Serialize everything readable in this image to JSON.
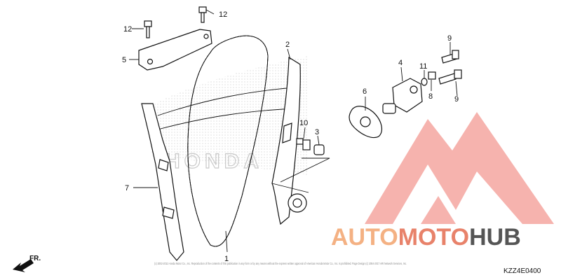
{
  "callouts": {
    "c1": "1",
    "c2": "2",
    "c3": "3",
    "c4": "4",
    "c5": "5",
    "c6": "6",
    "c7": "7",
    "c8": "8",
    "c9a": "9",
    "c9b": "9",
    "c10": "10",
    "c11": "11",
    "c12a": "12",
    "c12b": "12"
  },
  "watermark": {
    "part1": "AUTO",
    "part2": "MOTO",
    "part3": "HUB",
    "background_text": "HONDA",
    "colors": {
      "triangle": "#f4a6a0",
      "auto": "#f4b183",
      "moto": "#e8826a",
      "hub": "#555555"
    }
  },
  "footer": {
    "direction_label": "FR.",
    "copyright": "(c) 2002-2011 Honda Motor Co., Inc. Reproduction of the contents of this publication in any form or by any means without the express written approval of American Honda Motor Co., Inc. is prohibited. Page Design (c) 2004-2017 ARI Network Services, Inc.",
    "diagram_code": "KZZ4E0400"
  }
}
